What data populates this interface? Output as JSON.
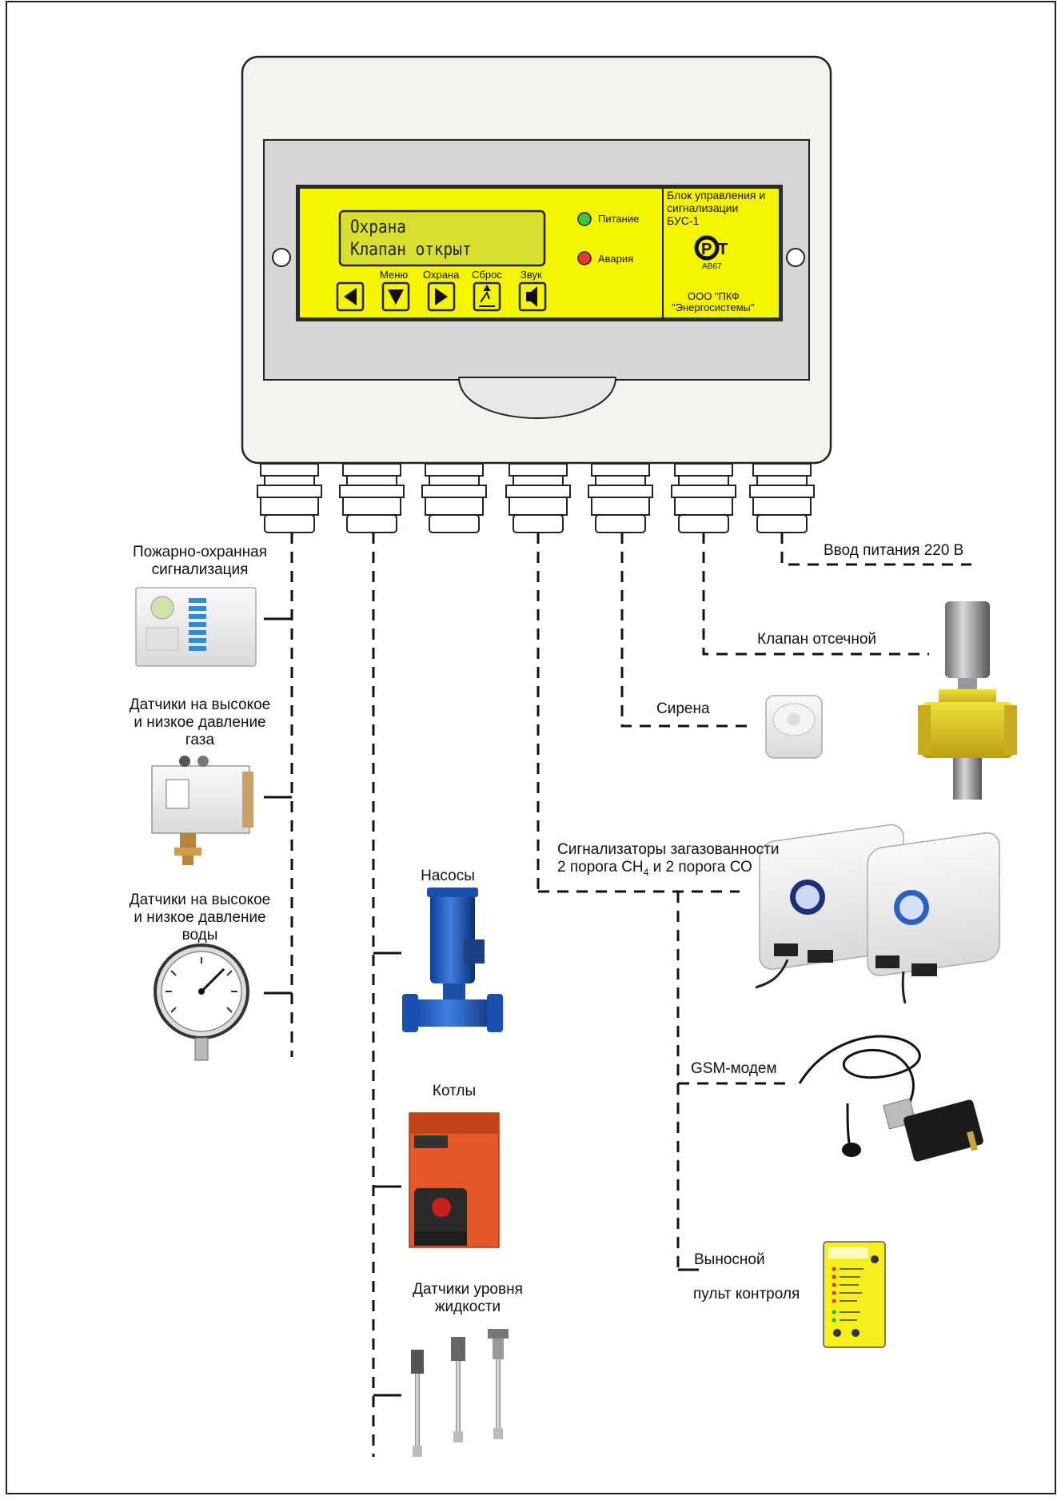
{
  "controller": {
    "display_line1": "Охрана",
    "display_line2": "Клапан открыт",
    "led_power_label": "Питание",
    "led_alarm_label": "Авария",
    "btn_menu_label": "Меню",
    "btn_guard_label": "Охрана",
    "btn_reset_label": "Сброс",
    "btn_sound_label": "Звук",
    "title_line1": "Блок управления и",
    "title_line2": "сигнализации",
    "title_line3": "БУС-1",
    "cert_mark_code": "АВ67",
    "maker_line1": "ООО \"ПКФ",
    "maker_line2": "\"Энергосистемы\"",
    "panel_color": "#f5f500",
    "led_power_color": "#3cc43c",
    "led_alarm_color": "#e83b2e"
  },
  "labels": {
    "fire_alarm": [
      "Пожарно-охранная",
      "сигнализация"
    ],
    "gas_pressure": [
      "Датчики на высокое",
      "и низкое давление",
      "газа"
    ],
    "water_pressure": [
      "Датчики на высокое",
      "и низкое давление",
      "воды"
    ],
    "pumps": "Насосы",
    "boilers": "Котлы",
    "level_sensors": [
      "Датчики уровня",
      "жидкости"
    ],
    "power_input": "Ввод питания 220 В",
    "shutoff_valve": "Клапан отсечной",
    "siren": "Сирена",
    "gas_detectors_line1": "Сигнализаторы загазованности",
    "gas_detectors_line2_a": "2 порога СН",
    "gas_detectors_line2_sub": "4",
    "gas_detectors_line2_b": " и 2 порога СО",
    "gsm_modem": "GSM-модем",
    "remote_panel_line1": "Выносной",
    "remote_panel_line2": "пульт контроля"
  },
  "icons": [
    "left-arrow-icon",
    "down-arrow-icon",
    "right-arrow-icon",
    "reset-icon",
    "speaker-icon",
    "rst-certification-icon"
  ]
}
